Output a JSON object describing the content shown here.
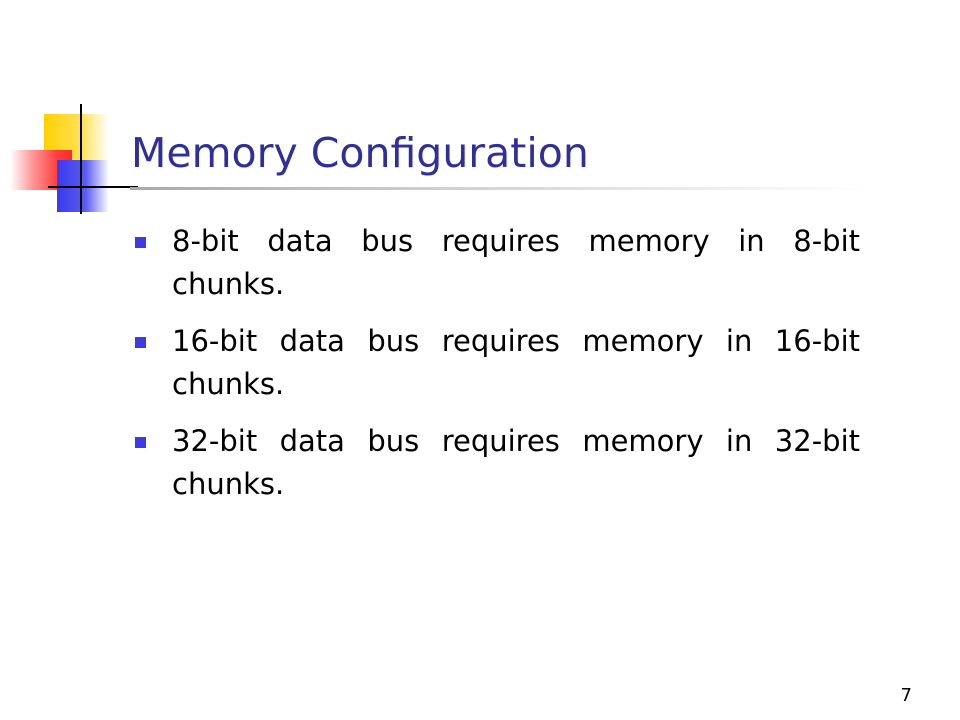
{
  "slide": {
    "title": "Memory Configuration",
    "bullets": [
      {
        "text": "8-bit data bus requires memory in 8-bit chunks."
      },
      {
        "text": "16-bit data bus requires memory in 16-bit chunks."
      },
      {
        "text": "32-bit data bus requires memory in 32-bit chunks."
      }
    ],
    "page_number": "7"
  },
  "icons": {
    "logo": "corner-squares-logo",
    "bullet": "square-bullet-icon"
  },
  "colors": {
    "title": "#2f2f9b",
    "bullet_marker": "#3b3be0",
    "logo_yellow": "#ffd000",
    "logo_red": "#ff2a2a",
    "logo_blue": "#3a3aee",
    "body_text": "#000000"
  }
}
